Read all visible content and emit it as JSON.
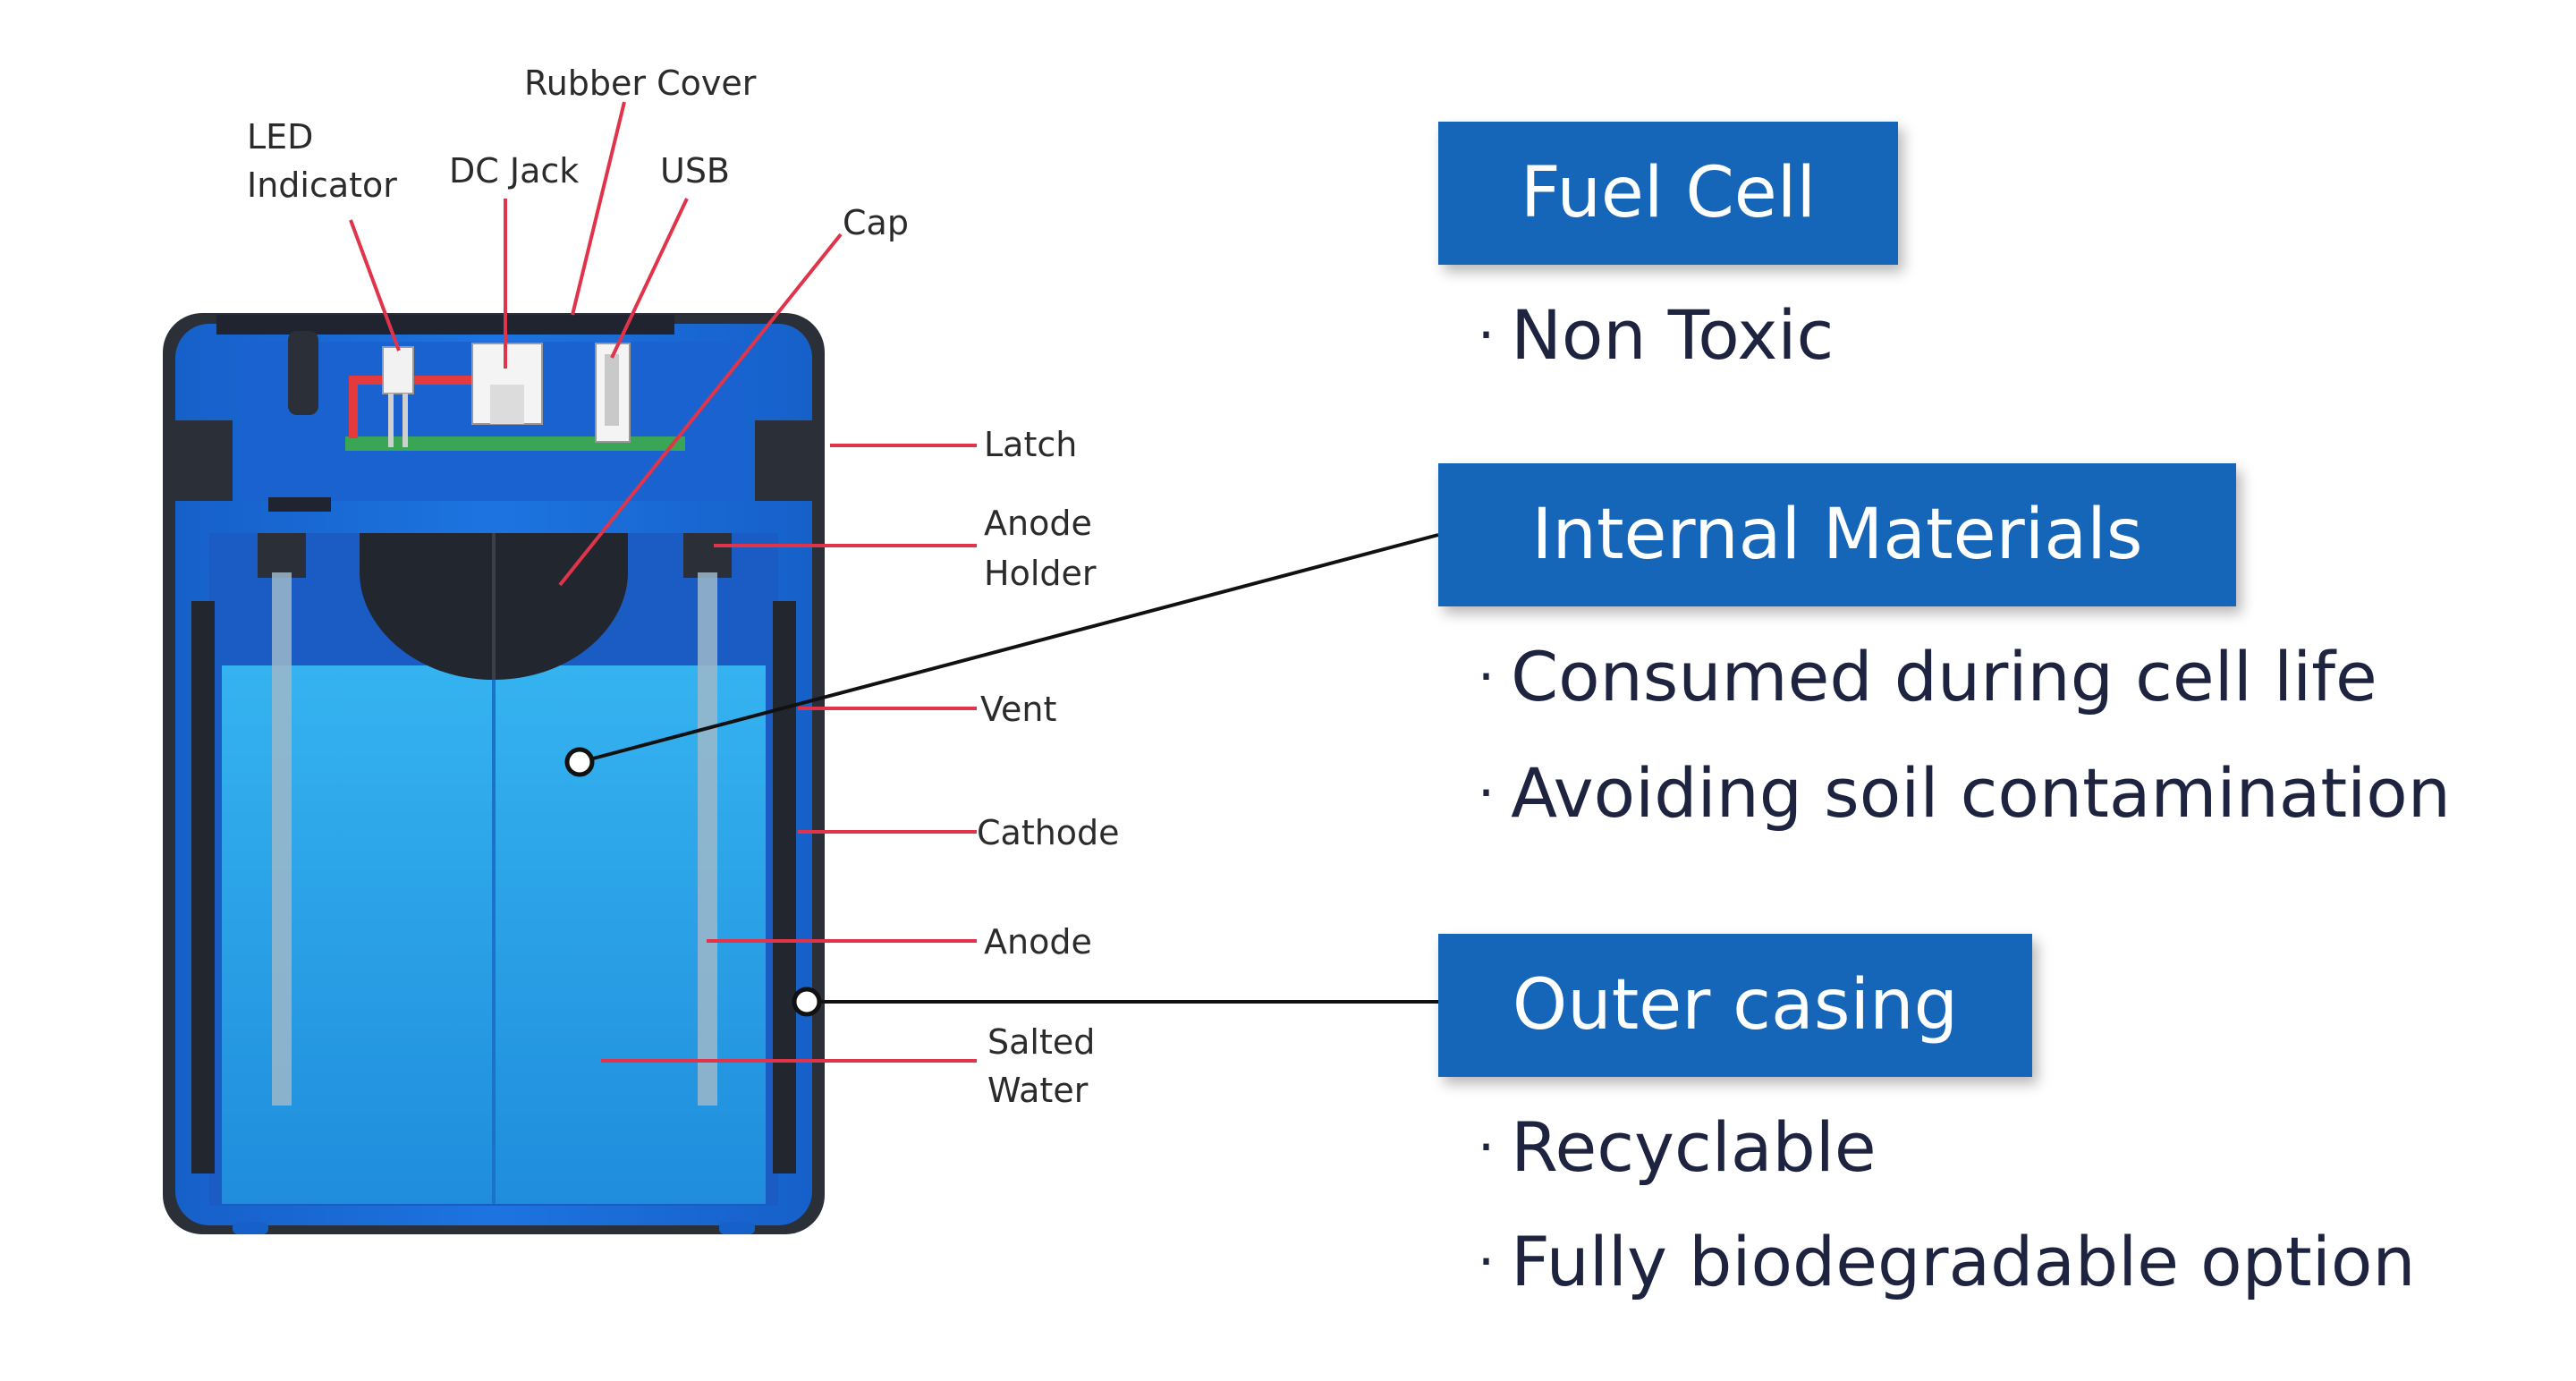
{
  "part_labels": {
    "led_indicator_1": "LED",
    "led_indicator_2": "Indicator",
    "dc_jack": "DC Jack",
    "rubber_cover": "Rubber Cover",
    "usb": "USB",
    "cap": "Cap",
    "latch": "Latch",
    "anode_holder_1": "Anode",
    "anode_holder_2": "Holder",
    "vent": "Vent",
    "cathode": "Cathode",
    "anode": "Anode",
    "salted_water_1": "Salted",
    "salted_water_2": "Water"
  },
  "callouts": {
    "fuel_cell": {
      "title": "Fuel Cell",
      "bullets": [
        "Non Toxic"
      ]
    },
    "internal_materials": {
      "title": "Internal Materials",
      "bullets": [
        "Consumed during cell life",
        "Avoiding soil contamination"
      ]
    },
    "outer_casing": {
      "title": "Outer casing",
      "bullets": [
        "Recyclable",
        "Fully biodegradable option"
      ]
    }
  },
  "bullet_glyph": "·",
  "colors": {
    "callout_blue": "#1565b8",
    "casing_blue": "#1c6fd6",
    "water_blue": "#2aa3e8",
    "leader_red": "#e0344a",
    "leader_black": "#111111",
    "text_dark": "#1e2340"
  }
}
